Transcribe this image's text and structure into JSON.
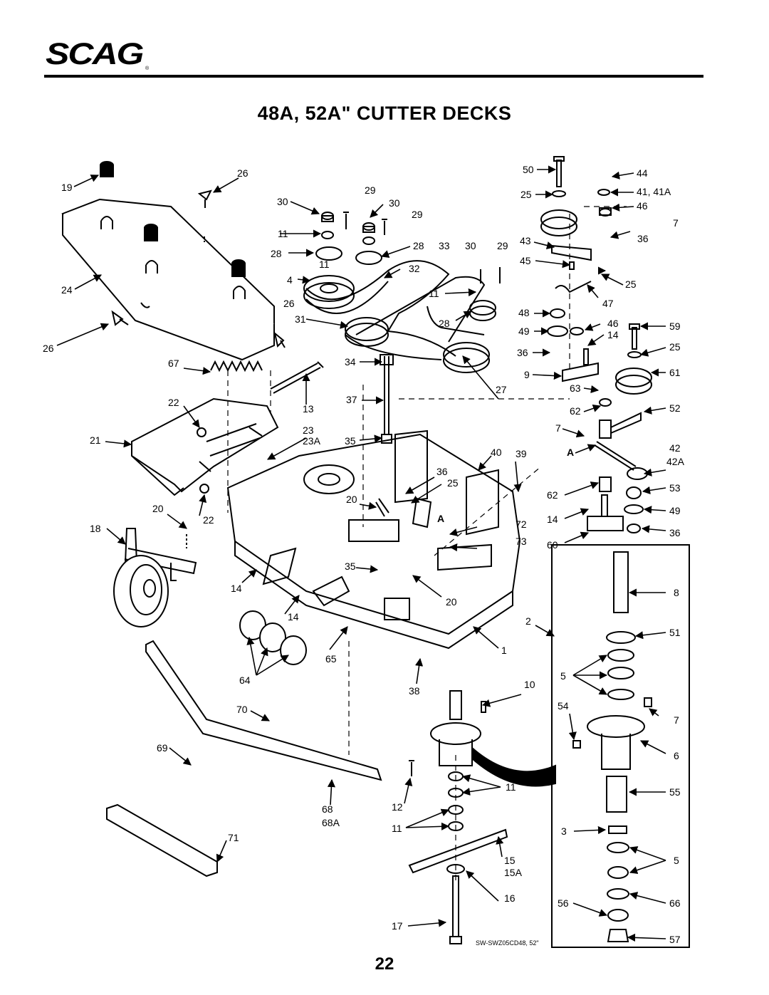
{
  "brand": {
    "logo_text": "SCAG",
    "registered_mark": "®"
  },
  "title": "48A, 52A\" CUTTER DECKS",
  "page_number": "22",
  "reference_code": "SW-SWZ05CD48, 52\"",
  "callouts": {
    "c19": "19",
    "c26a": "26",
    "c24": "24",
    "c26b": "26",
    "c67": "67",
    "c22a": "22",
    "c21": "21",
    "c20a": "20",
    "c22b": "22",
    "c18": "18",
    "c14a": "14",
    "c14b": "14",
    "c64": "64",
    "c70": "70",
    "c69": "69",
    "c71": "71",
    "c68": "68",
    "c68a": "68A",
    "c65": "65",
    "c38": "38",
    "c13": "13",
    "c23": "23",
    "c23a": "23A",
    "c30a": "30",
    "c29a": "29",
    "c30b": "30",
    "c29b": "29",
    "c11a": "11",
    "c28a": "28",
    "c11b": "11",
    "c28b": "28",
    "c4": "4",
    "c26c": "26",
    "c31": "31",
    "c32": "32",
    "c33": "33",
    "c30c": "30",
    "c29c": "29",
    "c11c": "11",
    "c28c": "28",
    "c34": "34",
    "c37": "37",
    "c35a": "35",
    "c27": "27",
    "c40": "40",
    "c39": "39",
    "c36a": "36",
    "c25a": "25",
    "c20b": "20",
    "cA1": "A",
    "c72": "72",
    "c73": "73",
    "c35b": "35",
    "c20c": "20",
    "c1": "1",
    "c2": "2",
    "c10": "10",
    "c12": "12",
    "c11d": "11",
    "c11e": "11",
    "c15": "15",
    "c15a": "15A",
    "c16": "16",
    "c17": "17",
    "c50": "50",
    "c25b": "25",
    "c44": "44",
    "c41": "41, 41A",
    "c46a": "46",
    "c7a": "7",
    "c43": "43",
    "c36b": "36",
    "c45": "45",
    "c25c": "25",
    "c47": "47",
    "c48": "48",
    "c46b": "46",
    "c49a": "49",
    "c14c": "14",
    "c59": "59",
    "c36c": "36",
    "c25d": "25",
    "c9": "9",
    "c61": "61",
    "c63": "63",
    "c62a": "62",
    "c52": "52",
    "c7b": "7",
    "cA2": "A",
    "c42": "42",
    "c42a": "42A",
    "c62b": "62",
    "c53": "53",
    "c14d": "14",
    "c49b": "49",
    "c60": "60",
    "c36d": "36",
    "c8": "8",
    "c51": "51",
    "c5a": "5",
    "c54": "54",
    "c7c": "7",
    "c6": "6",
    "c55": "55",
    "c3": "3",
    "c5b": "5",
    "c56": "56",
    "c66": "66",
    "c57": "57"
  }
}
